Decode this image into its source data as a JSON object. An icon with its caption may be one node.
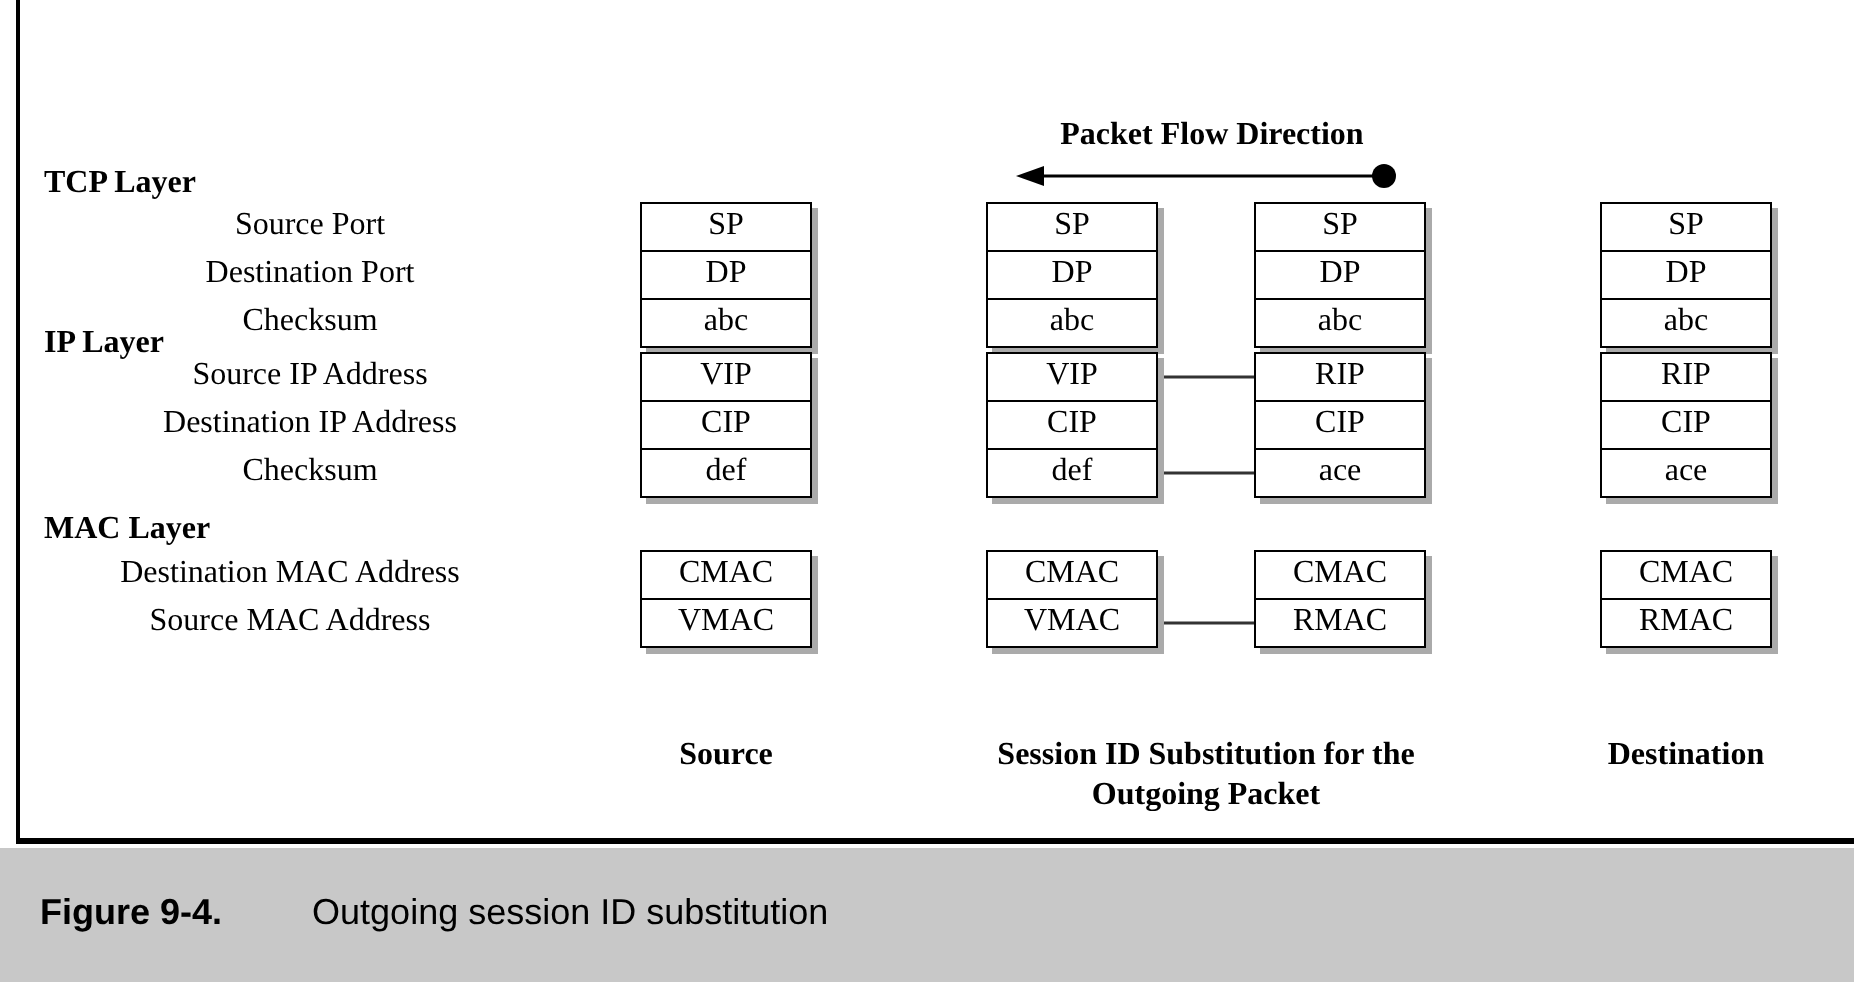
{
  "diagram": {
    "caption": "**Figure 9-4.** Outgoing session ID substitution",
    "nodes": [
      {
        "text": [
          "SP"
        ]
      },
      {
        "text": [
          "DP"
        ]
      },
      {
        "text": [
          "abc"
        ]
      },
      {
        "text": [
          "VIP"
        ]
      },
      {
        "text": [
          "CIP"
        ]
      },
      {
        "text": [
          "def"
        ]
      },
      {
        "text": [
          "CMAC"
        ]
      },
      {
        "text": [
          "VMAC"
        ]
      },
      {
        "text": [
          "SP"
        ]
      },
      {
        "text": [
          "DP"
        ]
      },
      {
        "text": [
          "abc"
        ]
      },
      {
        "text": [
          "VIP"
        ]
      },
      {
        "text": [
          "CIP"
        ]
      },
      {
        "text": [
          "def"
        ]
      },
      {
        "text": [
          "CMAC"
        ]
      },
      {
        "text": [
          "VMAC"
        ]
      },
      {
        "text": [
          "SP"
        ]
      },
      {
        "text": [
          "DP"
        ]
      },
      {
        "text": [
          "abc"
        ]
      },
      {
        "text": [
          "RIP"
        ]
      },
      {
        "text": [
          "CIP"
        ]
      },
      {
        "text": [
          "ace"
        ]
      },
      {
        "text": [
          "CMAC"
        ]
      },
      {
        "text": [
          "RMAC"
        ]
      },
      {
        "text": [
          "SP"
        ]
      },
      {
        "text": [
          "DP"
        ]
      },
      {
        "text": [
          "abc"
        ]
      },
      {
        "text": [
          "RIP"
        ]
      },
      {
        "text": [
          "CIP"
        ]
      },
      {
        "text": [
          "ace"
        ]
      },
      {
        "text": [
          "CMAC"
        ]
      },
      {
        "text": [
          "RMAC"
        ]
      }
    ],
    "edges": [
      {
        "from": 11,
        "to": 19,
        "arrow": "none"
      },
      {
        "from": 13,
        "to": 21,
        "arrow": "none"
      },
      {
        "from": 15,
        "to": 23,
        "arrow": "none"
      }
    ],
    "labels": [
      "Packet Flow Direction",
      "TCP Layer",
      "Source Port",
      "Destination Port",
      "Checksum",
      "IP Layer",
      "Source IP Address",
      "Destination IP Address",
      "Checksum",
      "MAC Layer",
      "Destination MAC Address",
      "Source MAC Address",
      "Source",
      "Session ID Substitution for the Outgoing Packet",
      "Destination"
    ]
  }
}
